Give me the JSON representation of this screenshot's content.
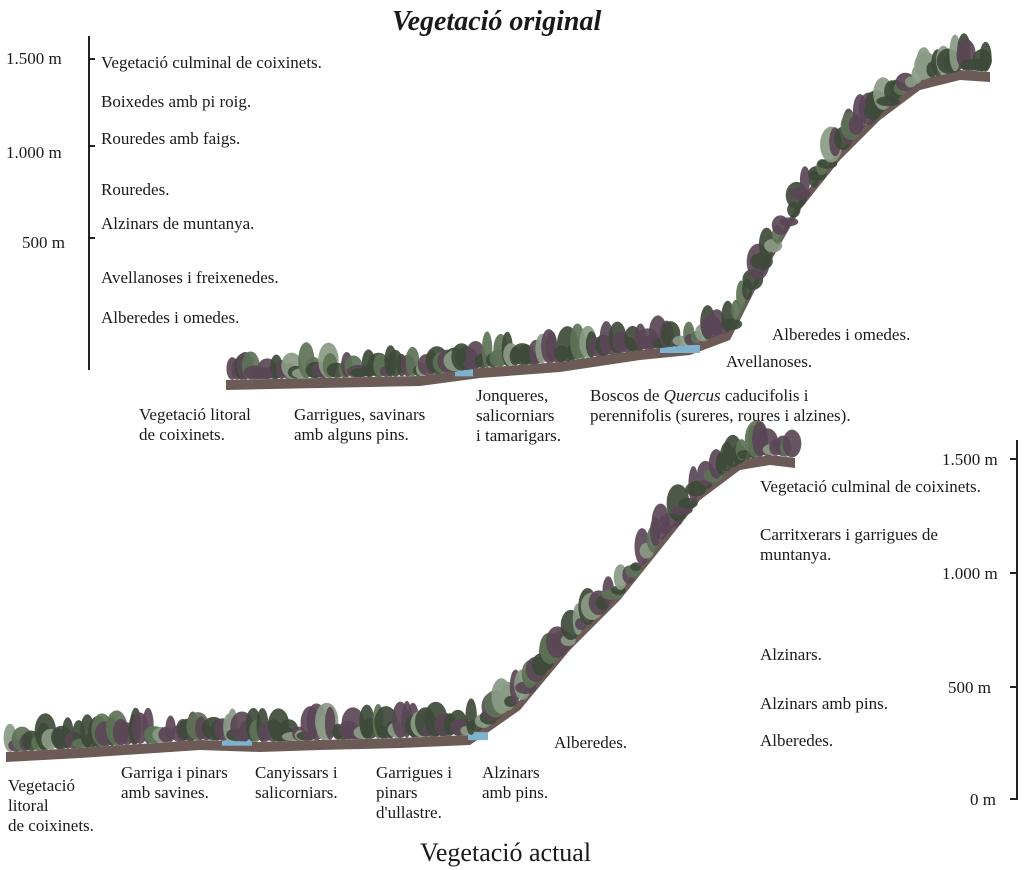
{
  "top": {
    "title": "Vegetació original",
    "axis_ticks": [
      "1.500 m",
      "1.000 m",
      "500 m"
    ],
    "zones": [
      "Vegetació culminal de coixinets.",
      "Boixedes amb pi roig.",
      "Rouredes amb faigs.",
      "Rouredes.",
      "Alzinars de muntanya.",
      "Avellanoses i freixenedes.",
      "Alberedes i omedes."
    ],
    "slope_labels": {
      "alberedes": "Alberedes i omedes.",
      "avellanoses": "Avellanoses."
    },
    "coast_labels": {
      "litoral_1": "Vegetació litoral",
      "litoral_2": "de coixinets.",
      "garrigues_1": "Garrigues, savinars",
      "garrigues_2": "amb alguns pins.",
      "jonqueres_1": "Jonqueres,",
      "jonqueres_2": "salicorniars",
      "jonqueres_3": "i tamarigars.",
      "boscos_pre": "Boscos de ",
      "boscos_italic": "Quercus",
      "boscos_post": " caducifolis i",
      "boscos_2": "perennifolis (sureres, roures i alzines)."
    }
  },
  "bottom": {
    "title": "Vegetació actual",
    "axis_ticks": [
      "1.500 m",
      "1.000 m",
      "500 m",
      "0 m"
    ],
    "zones": {
      "culminal": "Vegetació culminal de coixinets.",
      "carritxerars_1": "Carritxerars i garrigues de",
      "carritxerars_2": "muntanya.",
      "alzinars": "Alzinars.",
      "alzinars_pins": "Alzinars amb pins.",
      "alberedes": "Alberedes."
    },
    "slope_label": "Alberedes.",
    "coast_labels": {
      "litoral_1": "Vegetació",
      "litoral_2": "litoral",
      "litoral_3": "de coixinets.",
      "garriga_1": "Garriga i pinars",
      "garriga_2": "amb savines.",
      "canyissars_1": "Canyissars i",
      "canyissars_2": "salicorniars.",
      "garrigues_1": "Garrigues i",
      "garrigues_2": "pinars",
      "garrigues_3": "d'ullastre.",
      "alzinars_1": "Alzinars",
      "alzinars_2": "amb pins."
    }
  },
  "colors": {
    "foliage_dark": "#3e4a3a",
    "foliage_purple": "#5a4656",
    "foliage_green": "#5d7256",
    "foliage_light": "#8a9a84",
    "ground": "#6b5a55",
    "water": "#7fb2cc"
  }
}
